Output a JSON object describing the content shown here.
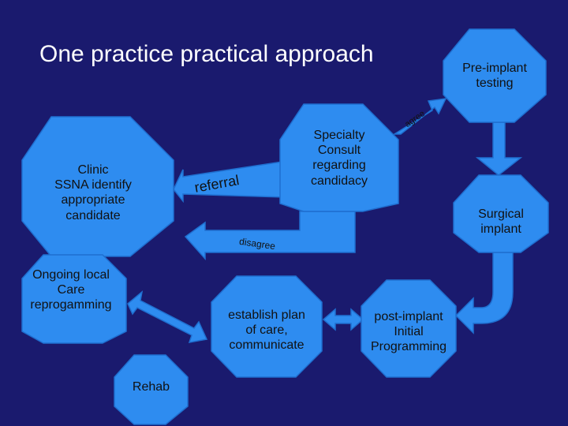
{
  "title": "One practice practical approach",
  "colors": {
    "background": "#1a1a6e",
    "shape_fill": "#2e8cf0",
    "shape_stroke": "#1f6fd0",
    "text": "#111111",
    "title_text": "#ffffff"
  },
  "nodes": {
    "pre_implant": "Pre-implant\ntesting",
    "specialty": "Specialty\nConsult\nregarding\ncandidacy",
    "clinic": "Clinic\nSSNA identify\nappropriate\ncandidate",
    "surgical": "Surgical\nimplant",
    "ongoing": "Ongoing local\nCare\nreprogamming",
    "establish": "establish plan\nof care,\ncommunicate",
    "post_implant": "post-implant\nInitial\nProgramming",
    "rehab": "Rehab"
  },
  "edges": {
    "referral": "referral",
    "agree": "agree",
    "disagree": "disagree"
  }
}
